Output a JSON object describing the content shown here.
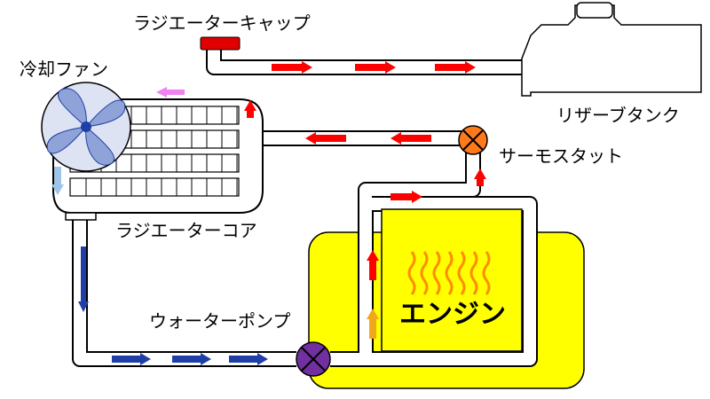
{
  "labels": {
    "radiator_cap": "ラジエーターキャップ",
    "cooling_fan": "冷却ファン",
    "reserve_tank": "リザーブタンク",
    "thermostat": "サーモスタット",
    "radiator_core": "ラジエーターコア",
    "engine": "エンジン",
    "water_pump": "ウォーターポンプ"
  },
  "colors": {
    "hot_arrow": "#ff0000",
    "cool_arrow": "#1f3fa6",
    "fan_air_arrow": "#ee82ee",
    "fan_air_down_arrow": "#9ec5e8",
    "warm_arrow": "#f0a818",
    "engine_fill": "#ffff00",
    "thermostat_fill": "#ff7a1a",
    "pump_fill": "#7030a0",
    "cap_fill": "#e00000",
    "fan_blade_fill": "#8fa3d8",
    "fan_disc_fill": "#dde3f3",
    "heat_lines": "#ff8c00"
  },
  "icons": [
    "fan-icon",
    "thermostat-valve-icon",
    "water-pump-valve-icon",
    "radiator-cap-icon",
    "heat-waves-icon"
  ]
}
